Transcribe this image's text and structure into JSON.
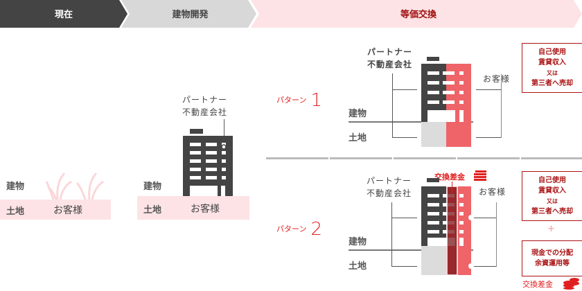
{
  "steps": [
    {
      "label": "現在",
      "bg": "#444444",
      "color": "#ffffff"
    },
    {
      "label": "建物開発",
      "bg": "#d8d8d8",
      "color": "#444444"
    },
    {
      "label": "等価交換",
      "bg": "#fde3e5",
      "color": "#a01010"
    }
  ],
  "current": {
    "building_label": "建物",
    "land_label": "土地",
    "owner": "お客様"
  },
  "development": {
    "building_label": "建物",
    "land_label": "土地",
    "owner": "お客様",
    "partner": [
      "パートナー",
      "不動産会社"
    ]
  },
  "pattern1": {
    "label": "パターン",
    "number": "1",
    "partner": [
      "パートナー",
      "不動産会社"
    ],
    "customer": "お客様",
    "building_label": "建物",
    "land_label": "土地",
    "result_box": [
      "自己使用",
      "賃貸収入",
      "又は",
      "第三者へ売却"
    ]
  },
  "pattern2": {
    "label": "パターン",
    "number": "2",
    "partner": [
      "パートナー",
      "不動産会社"
    ],
    "customer": "お客様",
    "building_label": "建物",
    "land_label": "土地",
    "exchange_money": "交換差金",
    "result_box": [
      "自己使用",
      "賃貸収入",
      "又は",
      "第三者へ売却"
    ],
    "plus": "+",
    "cash_box": [
      "現金での分配",
      "余資運用等"
    ],
    "cash_label": "交換差金"
  },
  "colors": {
    "dark": "#444444",
    "red": "#ee6469",
    "darkred": "#7a1618",
    "pink": "#fde3e5",
    "gray": "#dcdcdc",
    "accent": "#e02020"
  }
}
